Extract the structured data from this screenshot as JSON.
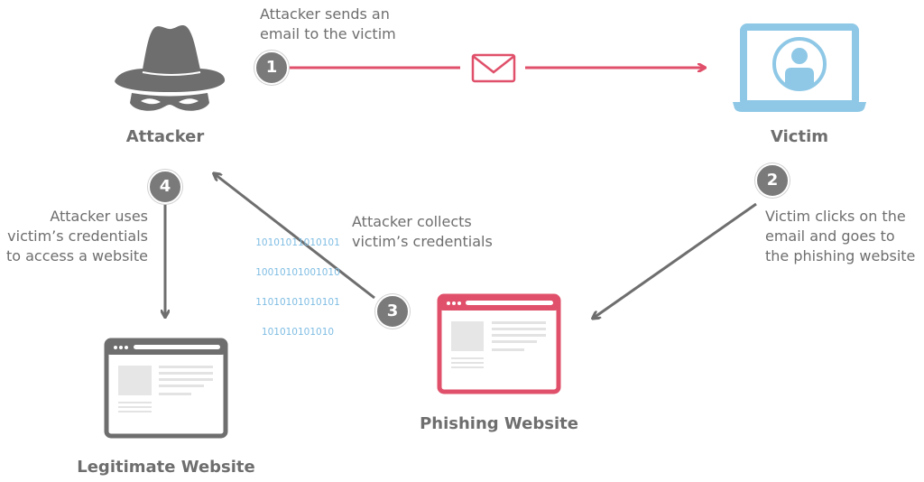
{
  "nodes": {
    "attacker": {
      "label": "Attacker",
      "icon": "spy-hat-mask-icon"
    },
    "victim": {
      "label": "Victim",
      "icon": "laptop-user-icon"
    },
    "phishing": {
      "label": "Phishing Website",
      "icon": "browser-window-icon"
    },
    "legitimate": {
      "label": "Legitimate Website",
      "icon": "browser-window-icon"
    }
  },
  "steps": [
    {
      "number": "1",
      "lines": [
        "Attacker sends an",
        "email to the victim"
      ]
    },
    {
      "number": "2",
      "lines": [
        "Victim clicks on the",
        "email and goes to",
        "the phishing website"
      ]
    },
    {
      "number": "3",
      "lines": [
        "Attacker collects",
        "victim’s credentials"
      ]
    },
    {
      "number": "4",
      "lines": [
        "Attacker uses",
        "victim’s credentials",
        "to access a website"
      ]
    }
  ],
  "binary": [
    "10101011010101",
    "10010101001010",
    "11010101010101",
    "101010101010"
  ],
  "colors": {
    "gray": "#6e6e6e",
    "red": "#e0506a",
    "blue": "#8ec8e6",
    "step_circle": "#7a7a7a"
  }
}
